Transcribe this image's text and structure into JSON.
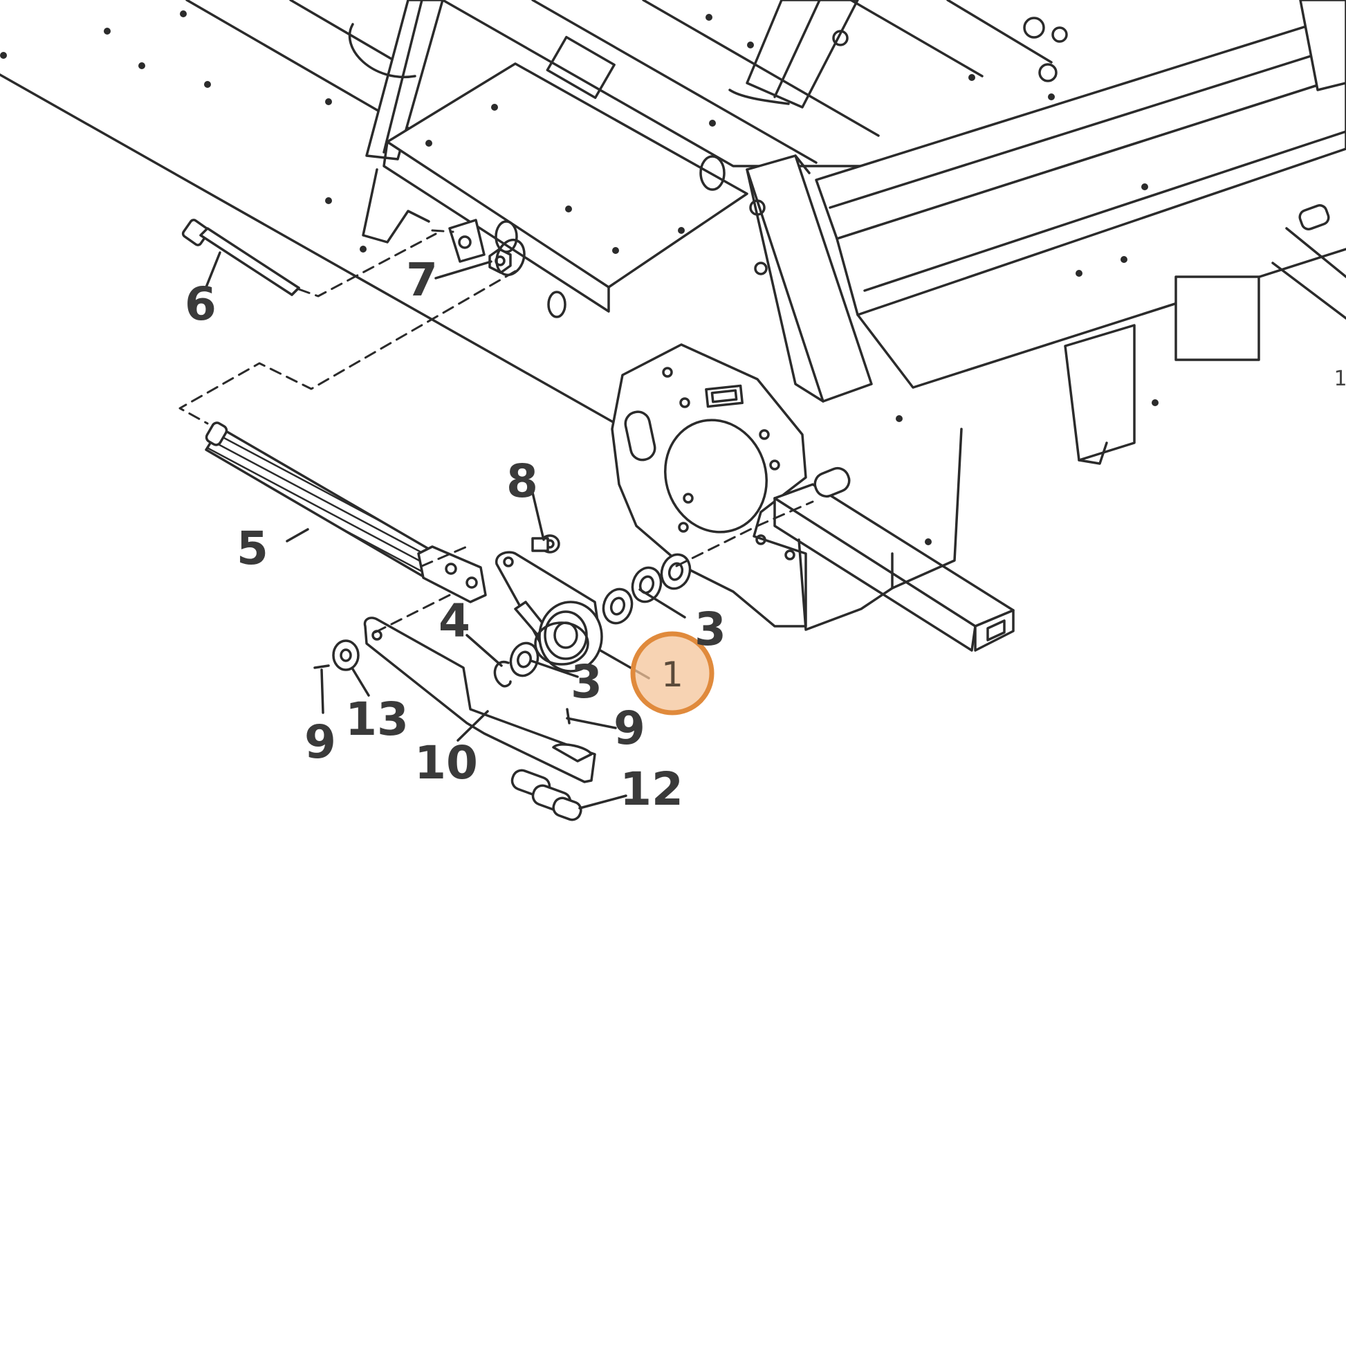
{
  "colors": {
    "line": "#2b2b2b",
    "highlight_fill": "#f4c49a",
    "highlight_stroke": "#e08a3c"
  },
  "callouts": [
    {
      "id": "c1",
      "label": "1",
      "highlighted": true
    },
    {
      "id": "c3a",
      "label": "3"
    },
    {
      "id": "c3b",
      "label": "3"
    },
    {
      "id": "c4",
      "label": "4"
    },
    {
      "id": "c5",
      "label": "5"
    },
    {
      "id": "c6",
      "label": "6"
    },
    {
      "id": "c7",
      "label": "7"
    },
    {
      "id": "c8",
      "label": "8"
    },
    {
      "id": "c9a",
      "label": "9"
    },
    {
      "id": "c9b",
      "label": "9"
    },
    {
      "id": "c10",
      "label": "10"
    },
    {
      "id": "c12",
      "label": "12"
    },
    {
      "id": "c13",
      "label": "13"
    }
  ],
  "edge_label": "1"
}
